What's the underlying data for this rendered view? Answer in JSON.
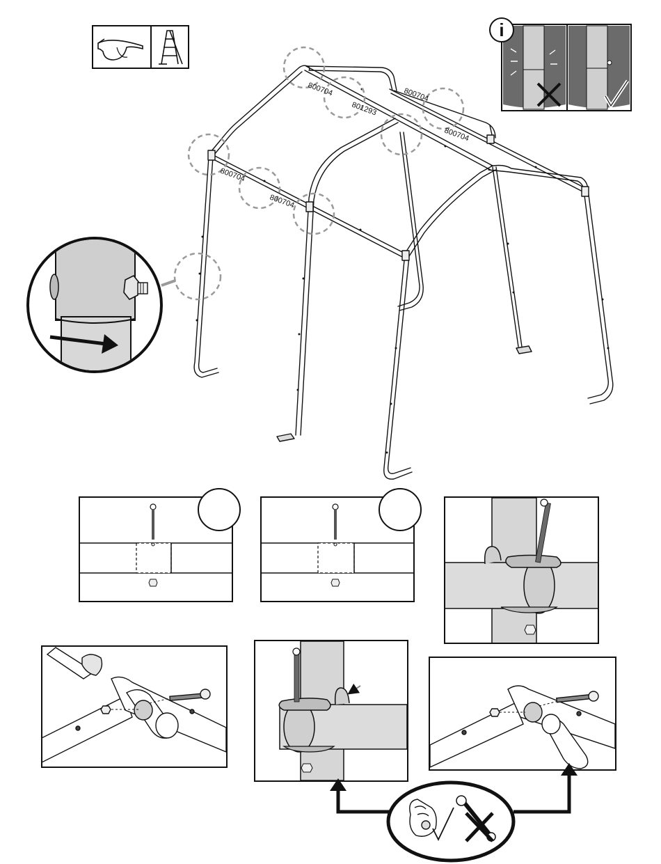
{
  "part_labels": {
    "top_left": "800704",
    "top_middle": "801293",
    "top_right": "800704",
    "mid_right": "800704",
    "left_upper": "800704",
    "left_lower": "800704"
  },
  "info_icon": "i",
  "icons": {
    "safety_glasses": "safety-glasses-icon",
    "ladder": "ladder-icon",
    "hand_tighten": "hand-tighten-icon",
    "no_wrench": "no-wrench-icon"
  },
  "colors": {
    "line": "#1a1a1a",
    "pipe_fill": "#d9d9d9",
    "detail_circle": "#9a9a9a",
    "info_background": "#666666"
  }
}
